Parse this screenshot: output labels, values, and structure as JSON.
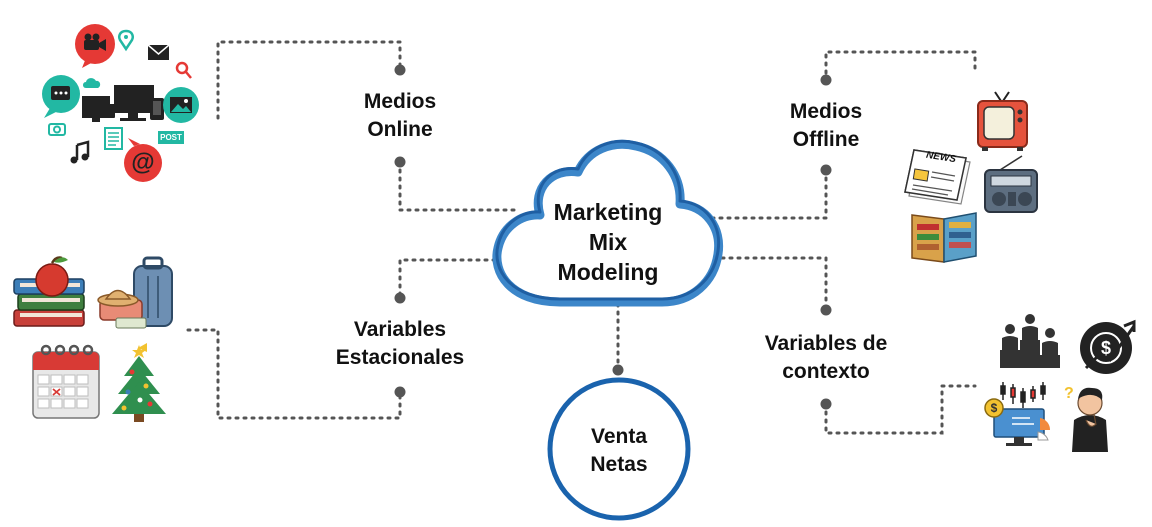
{
  "center": {
    "line1": "Marketing",
    "line2": "Mix",
    "line3": "Modeling"
  },
  "output": {
    "line1": "Venta",
    "line2": "Netas"
  },
  "nodes": {
    "online": {
      "line1": "Medios",
      "line2": "Online"
    },
    "offline": {
      "line1": "Medios",
      "line2": "Offline"
    },
    "seasonal": {
      "line1": "Variables",
      "line2": "Estacionales"
    },
    "context": {
      "line1": "Variables de",
      "line2": "contexto"
    }
  },
  "icons": {
    "newspaper_text": "NEWS",
    "post_tag": "POST",
    "at_symbol": "@",
    "dollar": "$"
  },
  "colors": {
    "cloud_stroke": "#1f70b8",
    "circle_stroke": "#1a63ad",
    "connector": "#555555",
    "dot": "#555555"
  }
}
